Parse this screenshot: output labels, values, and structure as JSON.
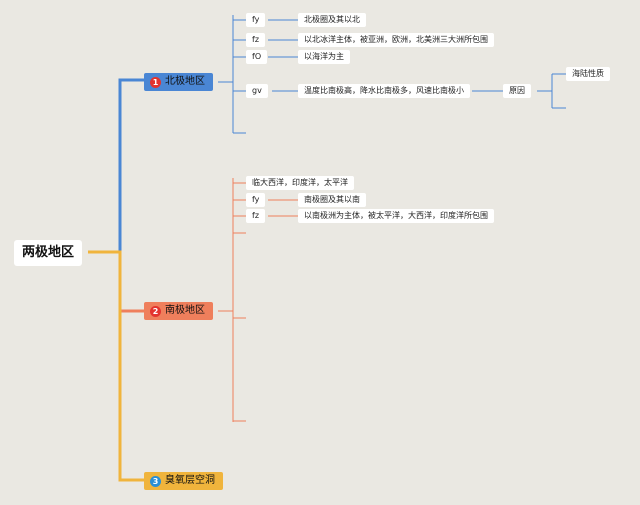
{
  "colors": {
    "background": "#eae8e2",
    "north": "#4a86d4",
    "south": "#ef7f5c",
    "ozone": "#f0b43c",
    "badge_red": "#e3342f",
    "badge_blue": "#2a8fd6"
  },
  "root": {
    "label": "两极地区"
  },
  "north": {
    "label": "北极地区",
    "badge": "1",
    "items": [
      {
        "tag": "fy",
        "text": "北极圈及其以北"
      },
      {
        "tag": "fz",
        "text": "以北冰洋主体，被亚洲，欧洲，北美洲三大洲所包围"
      },
      {
        "tag": "fO",
        "text": "以海洋为主"
      },
      {
        "tag": "gv",
        "text": "温度比南极高，降水比南极多，风速比南极小",
        "child": "原因",
        "grandchild": "海陆性质"
      }
    ]
  },
  "south": {
    "label": "南极地区",
    "badge": "2",
    "first": "临大西洋，印度洋，太平洋",
    "items": [
      {
        "tag": "fy",
        "text": "南极圈及其以南"
      },
      {
        "tag": "fz",
        "text": "以南极洲为主体，被太平洋，大西洋，印度洋所包围"
      }
    ]
  },
  "ozone": {
    "label": "臭氧层空洞",
    "badge": "3"
  }
}
